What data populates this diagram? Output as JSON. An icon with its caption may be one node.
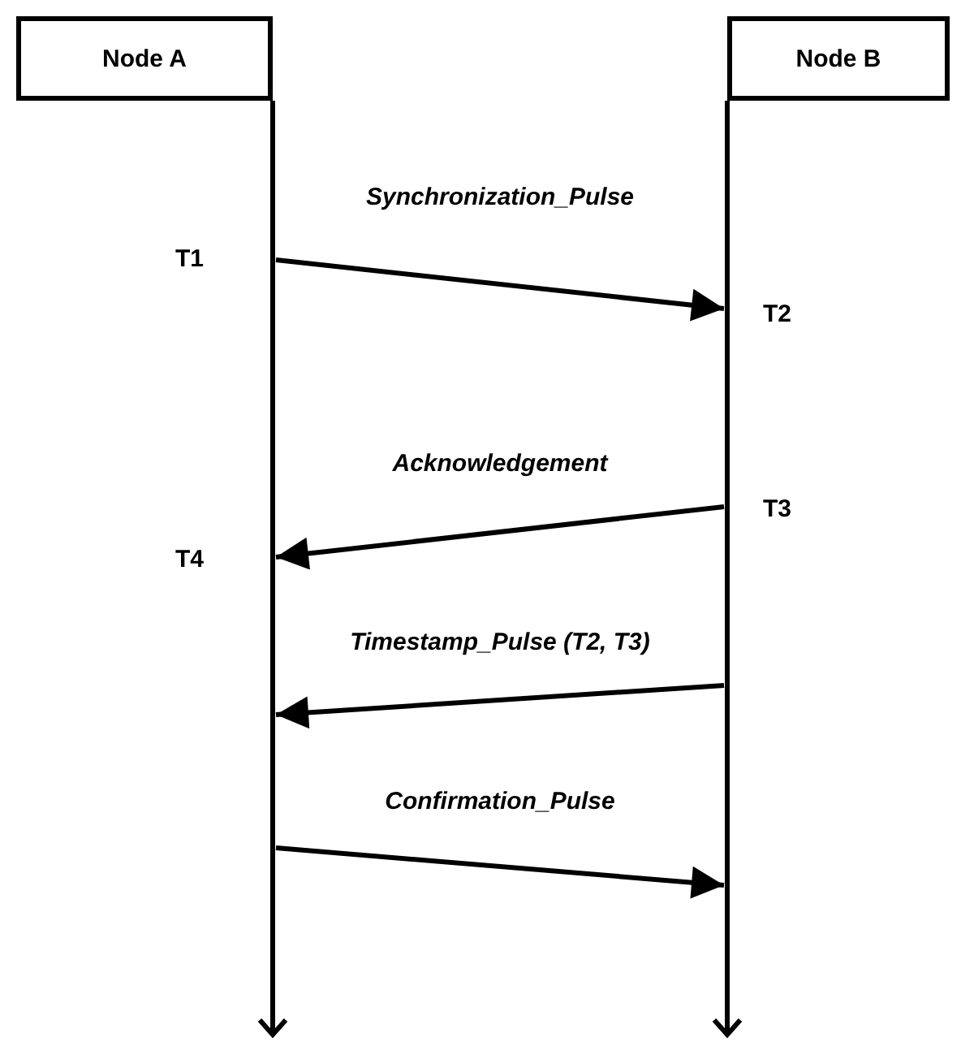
{
  "diagram": {
    "nodes": [
      {
        "text": [
          "Node A"
        ]
      },
      {
        "text": [
          "Node B"
        ]
      }
    ],
    "edges": [
      {
        "from": 0,
        "to": 1,
        "arrow": "to",
        "label": "Synchronization_Pulse"
      },
      {
        "from": 1,
        "to": 0,
        "arrow": "to",
        "label": "Acknowledgement"
      },
      {
        "from": 1,
        "to": 0,
        "arrow": "to",
        "label": "Timestamp_Pulse (T2, T3)"
      },
      {
        "from": 0,
        "to": 1,
        "arrow": "to",
        "label": "Confirmation_Pulse"
      }
    ],
    "labels": [
      "T1",
      "T2",
      "T3",
      "T4"
    ]
  }
}
